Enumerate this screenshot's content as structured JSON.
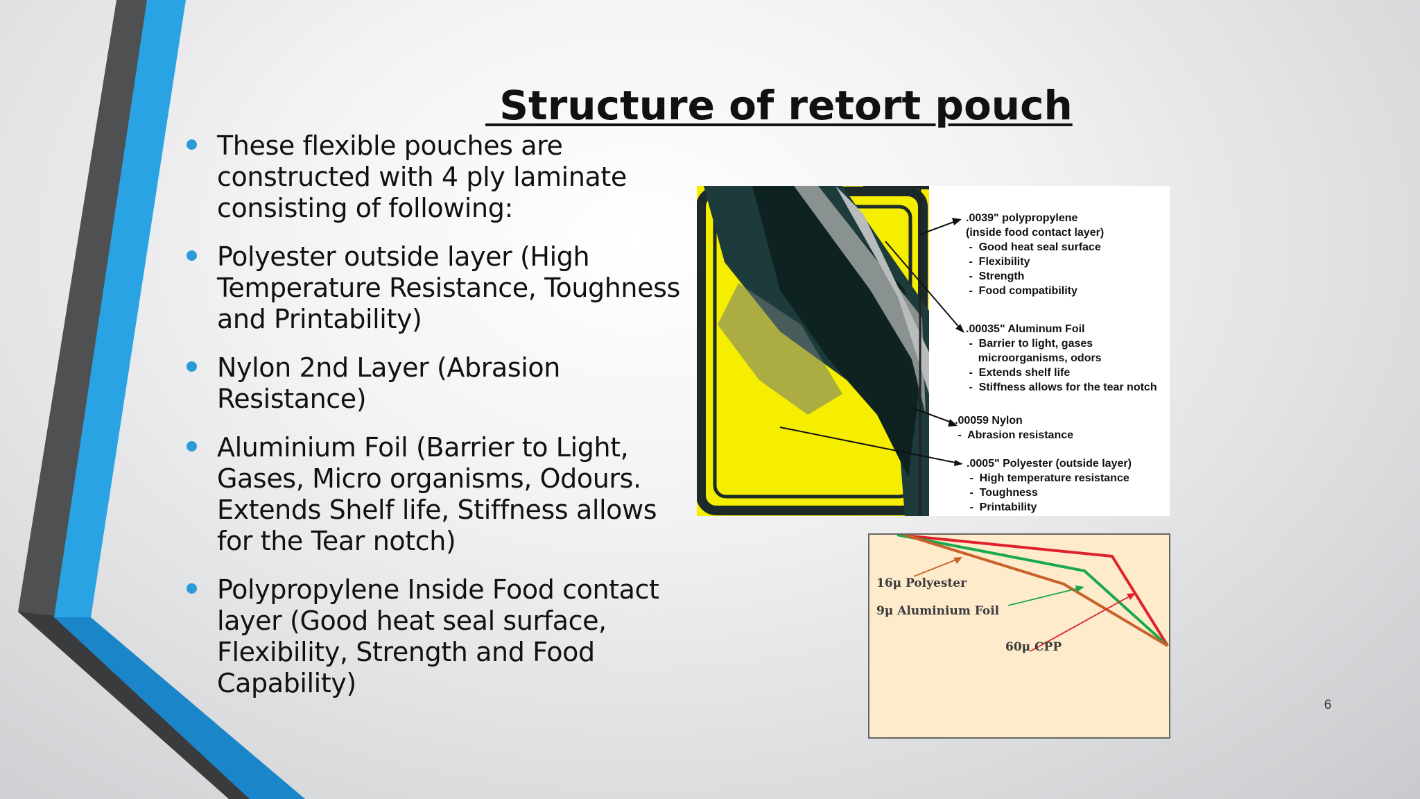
{
  "slide": {
    "title": " Structure of retort pouch",
    "page_number": "6",
    "accent_color": "#2a9ad8",
    "bullets": [
      "These flexible pouches are constructed with 4 ply laminate consisting of following:",
      "Polyester outside layer (High Temperature Resistance, Toughness and Printability)",
      "Nylon 2nd Layer (Abrasion Resistance)",
      "Aluminium Foil (Barrier to Light, Gases, Micro organisms, Odours. Extends Shelf life, Stiffness allows for the Tear notch)",
      "Polypropylene Inside Food contact layer (Good heat seal surface, Flexibility, Strength and Food Capability)"
    ]
  },
  "pouch_diagram": {
    "labels": [
      ".0039\" polypropylene\n(inside food contact layer)\n -  Good heat seal surface\n -  Flexibility\n -  Strength\n -  Food compatibility",
      ".00035\" Aluminum Foil\n -  Barrier to light, gases\n    microorganisms, odors\n -  Extends shelf life\n -  Stiffness allows for the tear notch",
      ".00059 Nylon\n -  Abrasion resistance",
      ".0005\" Polyester (outside layer)\n -  High temperature resistance\n -  Toughness\n -  Printability"
    ]
  },
  "laminate_inset": {
    "labels": [
      "16μ Polyester",
      "9μ Aluminium Foil",
      "60μ CPP"
    ],
    "layer_colors": [
      "#c8622a",
      "#1aa84a",
      "#e0212a"
    ]
  }
}
